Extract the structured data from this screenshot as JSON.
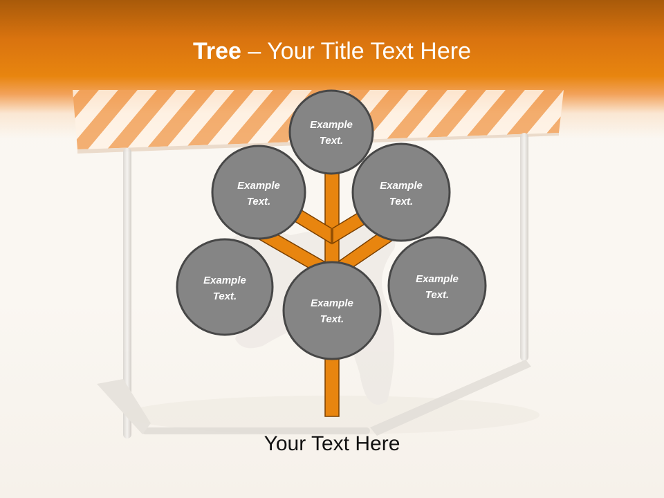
{
  "title": {
    "bold": "Tree",
    "rest": " – Your Title Text Here"
  },
  "colors": {
    "accent": "#e8850f",
    "node_fill": "#858585",
    "node_stroke": "#474747",
    "branch": "#e8850f"
  },
  "nodes": [
    {
      "id": "top",
      "line1": "Example",
      "line2": "Text."
    },
    {
      "id": "upper-left",
      "line1": "Example",
      "line2": "Text."
    },
    {
      "id": "upper-right",
      "line1": "Example",
      "line2": "Text."
    },
    {
      "id": "lower-left",
      "line1": "Example",
      "line2": "Text."
    },
    {
      "id": "center",
      "line1": "Example",
      "line2": "Text."
    },
    {
      "id": "lower-right",
      "line1": "Example",
      "line2": "Text."
    }
  ],
  "caption": "Your Text Here"
}
